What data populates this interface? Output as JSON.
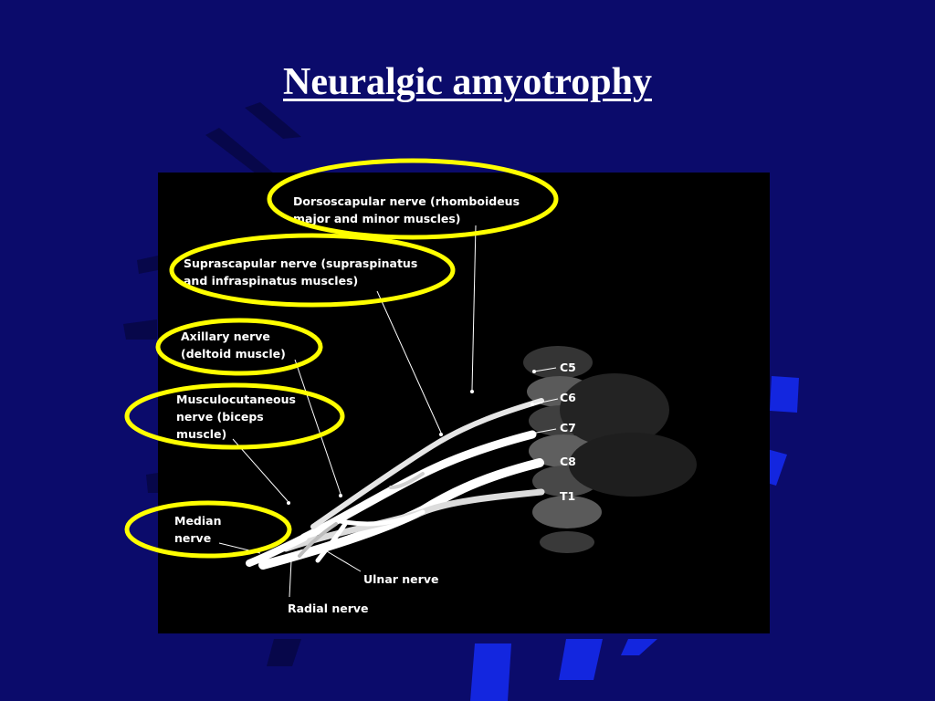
{
  "slide": {
    "title": "Neuralgic amyotrophy",
    "background_color": "#0b0b6b",
    "accent_color": "#1428e6",
    "highlight_color": "#ffff00"
  },
  "figure": {
    "labels": {
      "dorsoscapular_line1": "Dorsoscapular nerve (rhomboideus",
      "dorsoscapular_line2": "major and minor muscles)",
      "suprascapular_line1": "Suprascapular nerve (supraspinatus",
      "suprascapular_line2": "and infraspinatus muscles)",
      "axillary_line1": "Axillary nerve",
      "axillary_line2": "(deltoid muscle)",
      "musculocutaneous_line1": "Musculocutaneous",
      "musculocutaneous_line2": "nerve (biceps",
      "musculocutaneous_line3": "muscle)",
      "median_line1": "Median",
      "median_line2": "nerve",
      "ulnar": "Ulnar nerve",
      "radial": "Radial nerve"
    },
    "roots": [
      "C5",
      "C6",
      "C7",
      "C8",
      "T1"
    ]
  }
}
